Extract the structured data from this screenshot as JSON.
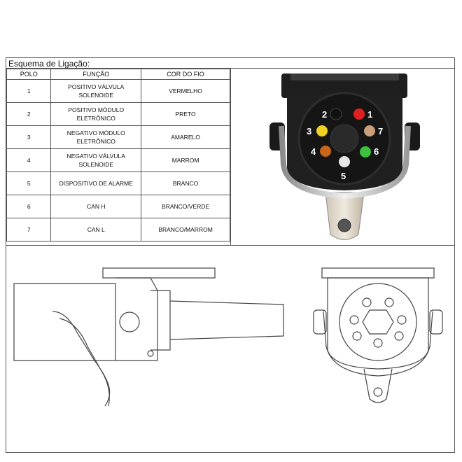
{
  "title": "Esquema de Ligação:",
  "table": {
    "headers": [
      "POLO",
      "FUNÇÃO",
      "COR DO FIO"
    ],
    "rows": [
      {
        "polo": "1",
        "funcao": "POSITIVO VÁLVULA SOLENOIDE",
        "cor": "VERMELHO"
      },
      {
        "polo": "2",
        "funcao": "POSITIVO MÓDULO ELETRÔNICO",
        "cor": "PRETO"
      },
      {
        "polo": "3",
        "funcao": "NEGATIVO MÓDULO ELETRÔNICO",
        "cor": "AMARELO"
      },
      {
        "polo": "4",
        "funcao": "NEGATIVO VÁLVULA SOLENOIDE",
        "cor": "MARROM"
      },
      {
        "polo": "5",
        "funcao": "DISPOSITIVO DE ALARME",
        "cor": "BRANCO"
      },
      {
        "polo": "6",
        "funcao": "CAN H",
        "cor": "BRANCO/VERDE"
      },
      {
        "polo": "7",
        "funcao": "CAN L",
        "cor": "BRANCO/MARROM"
      }
    ]
  },
  "connector_photo": {
    "pins": [
      {
        "label": "1",
        "color": "#e02020"
      },
      {
        "label": "2",
        "color": "#111111"
      },
      {
        "label": "3",
        "color": "#f0d020"
      },
      {
        "label": "4",
        "color": "#c8661a"
      },
      {
        "label": "5",
        "color": "#e6e6e6"
      },
      {
        "label": "6",
        "color": "#3cc23c"
      },
      {
        "label": "7",
        "color": "#c9a07a"
      }
    ]
  }
}
